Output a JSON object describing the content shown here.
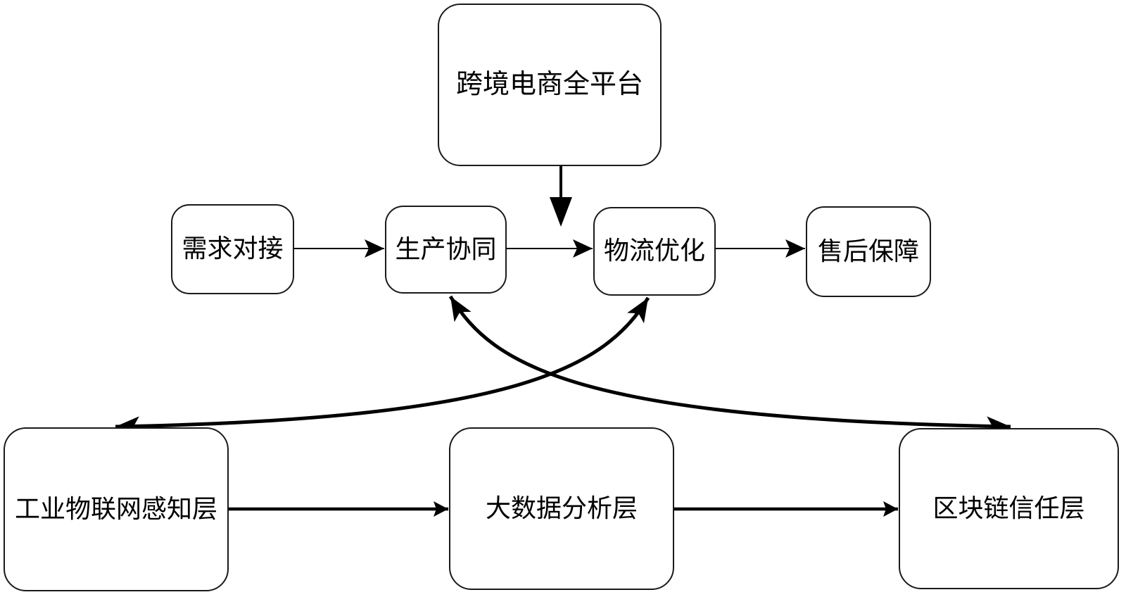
{
  "diagram": {
    "title_node": {
      "label": "跨境电商全平台"
    },
    "process_nodes": [
      {
        "label": "需求对接"
      },
      {
        "label": "生产协同"
      },
      {
        "label": "物流优化"
      },
      {
        "label": "售后保障"
      }
    ],
    "layer_nodes": [
      {
        "label": "工业物联网感知层"
      },
      {
        "label": "大数据分析层"
      },
      {
        "label": "区块链信任层"
      }
    ],
    "edges": [
      {
        "from": "跨境电商全平台",
        "to": "生产协同/物流优化之间",
        "style": "thick-straight-down",
        "bidirectional": false
      },
      {
        "from": "需求对接",
        "to": "生产协同",
        "style": "thin-straight",
        "bidirectional": false
      },
      {
        "from": "生产协同",
        "to": "物流优化",
        "style": "thin-straight",
        "bidirectional": false
      },
      {
        "from": "物流优化",
        "to": "售后保障",
        "style": "thin-straight",
        "bidirectional": false
      },
      {
        "from": "工业物联网感知层",
        "to": "大数据分析层",
        "style": "thick-straight",
        "bidirectional": false
      },
      {
        "from": "大数据分析层",
        "to": "区块链信任层",
        "style": "thick-straight",
        "bidirectional": false
      },
      {
        "from": "区块链信任层",
        "to": "生产协同",
        "style": "thick-curve",
        "bidirectional": true
      },
      {
        "from": "工业物联网感知层",
        "to": "物流优化",
        "style": "thick-curve",
        "bidirectional": true
      }
    ],
    "colors": {
      "background": "#ffffff",
      "box_border": "#1a1a1a",
      "arrow": "#000000",
      "text": "#000000"
    }
  }
}
